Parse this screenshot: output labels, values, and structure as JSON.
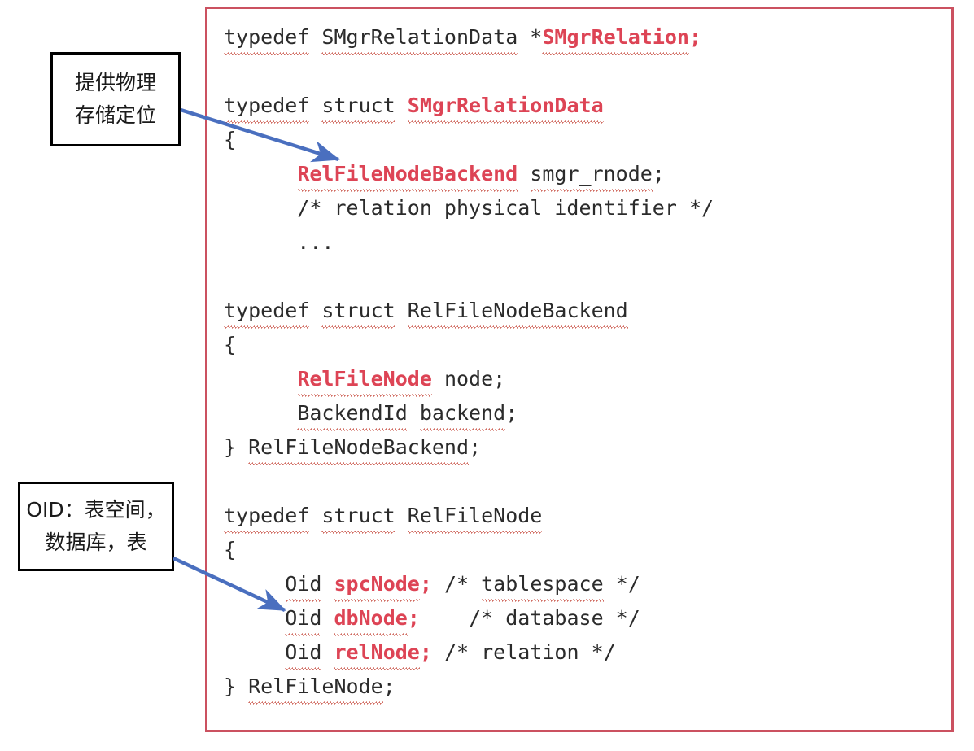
{
  "frame": {
    "border_color": "#cb5160",
    "background": "#ffffff"
  },
  "code": {
    "text_color": "#2b2b2b",
    "highlight_color": "#dd4455",
    "spellcheck_underline_color": "#c0392b",
    "lines": [
      {
        "id": "line-1",
        "segments": [
          {
            "text": "typedef",
            "style": "plain",
            "squiggle": true
          },
          {
            "text": " ",
            "style": "plain",
            "squiggle": false
          },
          {
            "text": "SMgrRelationData",
            "style": "plain",
            "squiggle": true
          },
          {
            "text": " *",
            "style": "plain",
            "squiggle": false
          },
          {
            "text": "SMgrRelation",
            "style": "red",
            "squiggle": true
          },
          {
            "text": ";",
            "style": "red",
            "squiggle": false
          }
        ]
      },
      {
        "id": "line-2",
        "segments": []
      },
      {
        "id": "line-3",
        "segments": [
          {
            "text": "typedef",
            "style": "plain",
            "squiggle": true
          },
          {
            "text": " ",
            "style": "plain",
            "squiggle": false
          },
          {
            "text": "struct",
            "style": "plain",
            "squiggle": true
          },
          {
            "text": " ",
            "style": "plain",
            "squiggle": false
          },
          {
            "text": "SMgrRelationData",
            "style": "red",
            "squiggle": true
          }
        ]
      },
      {
        "id": "line-4",
        "segments": [
          {
            "text": "{",
            "style": "plain",
            "squiggle": false
          }
        ]
      },
      {
        "id": "line-5",
        "segments": [
          {
            "text": "      ",
            "style": "plain",
            "squiggle": false
          },
          {
            "text": "RelFileNodeBackend",
            "style": "red",
            "squiggle": true
          },
          {
            "text": " ",
            "style": "plain",
            "squiggle": false
          },
          {
            "text": "smgr_rnode",
            "style": "plain",
            "squiggle": true
          },
          {
            "text": ";",
            "style": "plain",
            "squiggle": false
          }
        ]
      },
      {
        "id": "line-6",
        "segments": [
          {
            "text": "      /* relation physical identifier */",
            "style": "plain",
            "squiggle": false
          }
        ]
      },
      {
        "id": "line-7",
        "segments": [
          {
            "text": "      ...",
            "style": "plain",
            "squiggle": false
          }
        ]
      },
      {
        "id": "line-8",
        "segments": []
      },
      {
        "id": "line-9",
        "segments": [
          {
            "text": "typedef",
            "style": "plain",
            "squiggle": true
          },
          {
            "text": " ",
            "style": "plain",
            "squiggle": false
          },
          {
            "text": "struct",
            "style": "plain",
            "squiggle": true
          },
          {
            "text": " ",
            "style": "plain",
            "squiggle": false
          },
          {
            "text": "RelFileNodeBackend",
            "style": "plain",
            "squiggle": true
          }
        ]
      },
      {
        "id": "line-10",
        "segments": [
          {
            "text": "{",
            "style": "plain",
            "squiggle": false
          }
        ]
      },
      {
        "id": "line-11",
        "segments": [
          {
            "text": "      ",
            "style": "plain",
            "squiggle": false
          },
          {
            "text": "RelFileNode",
            "style": "red",
            "squiggle": true
          },
          {
            "text": " node;",
            "style": "plain",
            "squiggle": false
          }
        ]
      },
      {
        "id": "line-12",
        "segments": [
          {
            "text": "      ",
            "style": "plain",
            "squiggle": false
          },
          {
            "text": "BackendId",
            "style": "plain",
            "squiggle": true
          },
          {
            "text": " ",
            "style": "plain",
            "squiggle": false
          },
          {
            "text": "backend",
            "style": "plain",
            "squiggle": true
          },
          {
            "text": ";",
            "style": "plain",
            "squiggle": false
          }
        ]
      },
      {
        "id": "line-13",
        "segments": [
          {
            "text": "} ",
            "style": "plain",
            "squiggle": false
          },
          {
            "text": "RelFileNodeBackend",
            "style": "plain",
            "squiggle": true
          },
          {
            "text": ";",
            "style": "plain",
            "squiggle": false
          }
        ]
      },
      {
        "id": "line-14",
        "segments": []
      },
      {
        "id": "line-15",
        "segments": [
          {
            "text": "typedef",
            "style": "plain",
            "squiggle": true
          },
          {
            "text": " ",
            "style": "plain",
            "squiggle": false
          },
          {
            "text": "struct",
            "style": "plain",
            "squiggle": true
          },
          {
            "text": " ",
            "style": "plain",
            "squiggle": false
          },
          {
            "text": "RelFileNode",
            "style": "plain",
            "squiggle": true
          }
        ]
      },
      {
        "id": "line-16",
        "segments": [
          {
            "text": "{",
            "style": "plain",
            "squiggle": false
          }
        ]
      },
      {
        "id": "line-17",
        "segments": [
          {
            "text": "     ",
            "style": "plain",
            "squiggle": false
          },
          {
            "text": "Oid",
            "style": "plain",
            "squiggle": true
          },
          {
            "text": " ",
            "style": "plain",
            "squiggle": false
          },
          {
            "text": "spcNode",
            "style": "red",
            "squiggle": true
          },
          {
            "text": ";",
            "style": "red",
            "squiggle": false
          },
          {
            "text": " /* ",
            "style": "plain",
            "squiggle": false
          },
          {
            "text": "tablespace",
            "style": "plain",
            "squiggle": true
          },
          {
            "text": " */",
            "style": "plain",
            "squiggle": false
          }
        ]
      },
      {
        "id": "line-18",
        "segments": [
          {
            "text": "     ",
            "style": "plain",
            "squiggle": false
          },
          {
            "text": "Oid",
            "style": "plain",
            "squiggle": true
          },
          {
            "text": " ",
            "style": "plain",
            "squiggle": false
          },
          {
            "text": "dbNode",
            "style": "red",
            "squiggle": true
          },
          {
            "text": ";",
            "style": "red",
            "squiggle": false
          },
          {
            "text": "    /* database */",
            "style": "plain",
            "squiggle": false
          }
        ]
      },
      {
        "id": "line-19",
        "segments": [
          {
            "text": "     ",
            "style": "plain",
            "squiggle": false
          },
          {
            "text": "Oid",
            "style": "plain",
            "squiggle": true
          },
          {
            "text": " ",
            "style": "plain",
            "squiggle": false
          },
          {
            "text": "relNode",
            "style": "red",
            "squiggle": true
          },
          {
            "text": ";",
            "style": "red",
            "squiggle": false
          },
          {
            "text": " /* relation */",
            "style": "plain",
            "squiggle": false
          }
        ]
      },
      {
        "id": "line-20",
        "segments": [
          {
            "text": "} ",
            "style": "plain",
            "squiggle": false
          },
          {
            "text": "RelFileNode",
            "style": "plain",
            "squiggle": true
          },
          {
            "text": ";",
            "style": "plain",
            "squiggle": false
          }
        ]
      }
    ]
  },
  "annotations": {
    "border_color": "#000000",
    "arrow_color": "#4a6fbf",
    "callouts": [
      {
        "id": "callout-physical-storage",
        "lines": [
          "提供物理",
          "存储定位"
        ]
      },
      {
        "id": "callout-oid",
        "lines": [
          "OID：表空间，",
          "数据库，表"
        ]
      }
    ]
  }
}
